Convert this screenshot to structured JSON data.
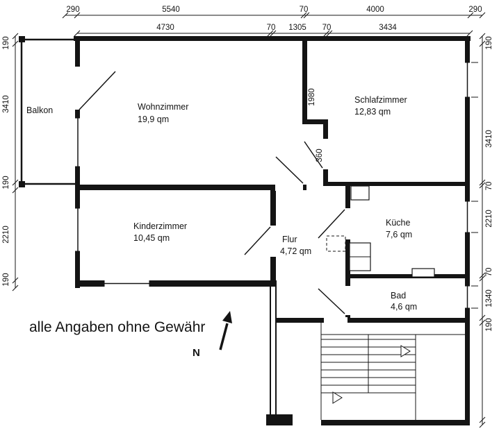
{
  "drawing": {
    "disclaimer": "alle Angaben ohne Gewähr",
    "north_label": "N"
  },
  "rooms": {
    "balkon": {
      "name": "Balkon"
    },
    "wohnzimmer": {
      "name": "Wohnzimmer",
      "area": "19,9 qm"
    },
    "schlafzimmer": {
      "name": "Schlafzimmer",
      "area": "12,83 qm"
    },
    "kinderzimmer": {
      "name": "Kinderzimmer",
      "area": "10,45 qm"
    },
    "flur": {
      "name": "Flur",
      "area": "4,72 qm"
    },
    "kueche": {
      "name": "Küche",
      "area": "7,6 qm"
    },
    "bad": {
      "name": "Bad",
      "area": "4,6 qm"
    }
  },
  "dimensions": {
    "top_outer": [
      "290",
      "5540",
      "70",
      "4000",
      "290"
    ],
    "top_inner": [
      "4730",
      "70",
      "1305",
      "70",
      "3434"
    ],
    "left": [
      "190",
      "3410",
      "190",
      "2210",
      "190"
    ],
    "right": [
      "190",
      "3410",
      "70",
      "2210",
      "70",
      "1340",
      "190"
    ],
    "interior": [
      "1980",
      "360"
    ]
  }
}
